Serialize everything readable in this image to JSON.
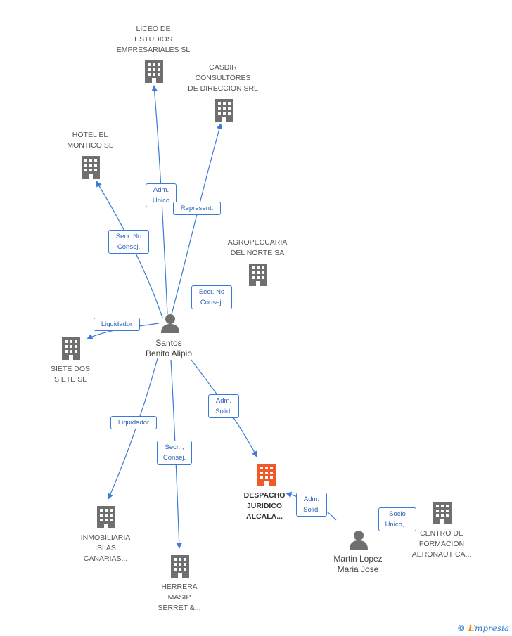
{
  "nodes": {
    "liceo": {
      "label": "LICEO DE\nESTUDIOS\nEMPRESARIALES SL",
      "icon": "building-icon"
    },
    "casdir": {
      "label": "CASDIR\nCONSULTORES\nDE DIRECCION SRL",
      "icon": "building-icon"
    },
    "hotel": {
      "label": "HOTEL EL\nMONTICO SL",
      "icon": "building-icon"
    },
    "agropecuaria": {
      "label": "AGROPECUARIA\nDEL NORTE SA",
      "icon": "building-icon"
    },
    "siete": {
      "label": "SIETE DOS\nSIETE SL",
      "icon": "building-icon"
    },
    "inmobiliaria": {
      "label": "INMOBILIARIA\nISLAS\nCANARIAS...",
      "icon": "building-icon"
    },
    "herrera": {
      "label": "HERRERA\nMASIP\nSERRET &...",
      "icon": "building-icon"
    },
    "despacho": {
      "label": "DESPACHO\nJURIDICO\nALCALA...",
      "icon": "building-icon",
      "color": "#f05a28"
    },
    "centro": {
      "label": "CENTRO DE\nFORMACION\nAERONAUTICA...",
      "icon": "building-icon"
    },
    "santos": {
      "label": "Santos\nBenito Alipio",
      "icon": "person-icon"
    },
    "martin": {
      "label": "Martin Lopez\nMaria Jose",
      "icon": "person-icon"
    }
  },
  "edges": {
    "adm_unico": "Adm.\nUnico",
    "represent": "Represent.",
    "secr_no_consej_hotel": "Secr.  No\nConsej.",
    "secr_no_consej_agro": "Secr.  No\nConsej.",
    "liquidador_siete": "Liquidador",
    "liquidador_inmob": "Liquidador",
    "secr_consej": "Secr. ,\nConsej.",
    "adm_solid_santos": "Adm.\nSolid.",
    "adm_solid_martin": "Adm.\nSolid.",
    "socio_unico": "Socio\nÚnico,..."
  },
  "colors": {
    "edge": "#3b7ad6",
    "building": "#6f6f6f",
    "highlight": "#f05a28",
    "person": "#6f6f6f"
  },
  "brand": {
    "copyright": "©",
    "name_first": "E",
    "name_rest": "mpresia"
  }
}
